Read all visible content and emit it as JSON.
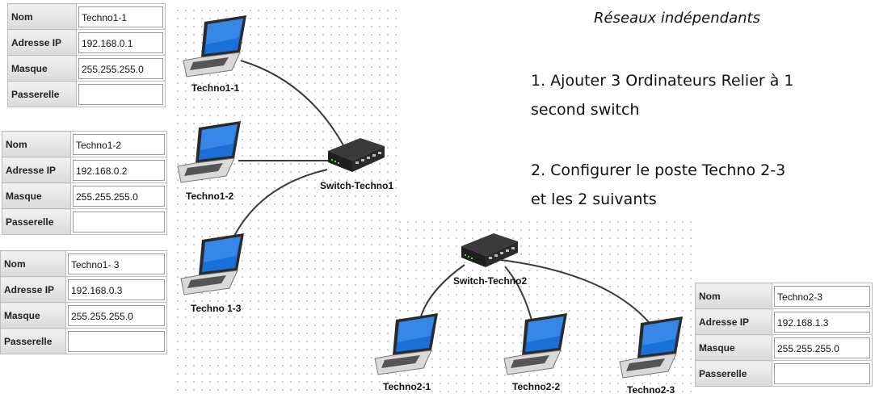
{
  "title": "Réseaux indépendants",
  "instructions": [
    "1. Ajouter 3 Ordinateurs Relier à 1",
    "second switch",
    "2. Configurer le poste Techno 2-3",
    "et les 2 suivants"
  ],
  "field_labels": {
    "name": "Nom",
    "ip": "Adresse IP",
    "mask": "Masque",
    "gateway": "Passerelle"
  },
  "panels": [
    {
      "name": "Techno1-1",
      "ip": "192.168.0.1",
      "mask": "255.255.255.0",
      "gateway": ""
    },
    {
      "name": "Techno1-2",
      "ip": "192.168.0.2",
      "mask": "255.255.255.0",
      "gateway": ""
    },
    {
      "name": "Techno1- 3",
      "ip": "192.168.0.3",
      "mask": "255.255.255.0",
      "gateway": ""
    },
    {
      "name": "Techno2-3",
      "ip": "192.168.1.3",
      "mask": "255.255.255.0",
      "gateway": ""
    }
  ],
  "nodes": {
    "techno1_1": "Techno1-1",
    "techno1_2": "Techno1-2",
    "techno1_3": "Techno 1-3",
    "switch1": "Switch-Techno1",
    "switch2": "Switch-Techno2",
    "techno2_1": "Techno2-1",
    "techno2_2": "Techno2-2",
    "techno2_3": "Techno2-3"
  },
  "colors": {
    "screen": "#1a6fd8",
    "switch_body": "#2b2b2b",
    "link": "#3a3a3a",
    "label_bg": "#e3e3e3"
  }
}
